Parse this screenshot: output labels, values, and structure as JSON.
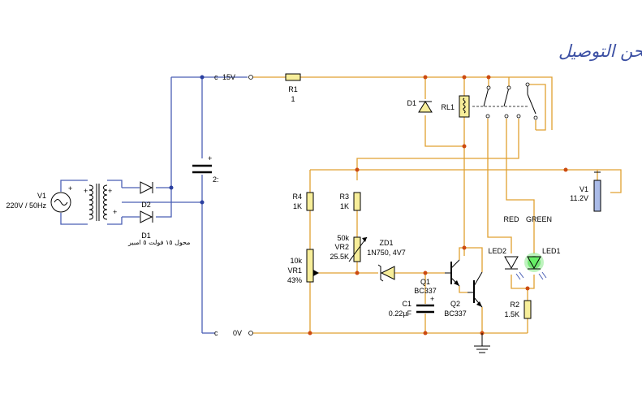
{
  "title": "الدائرة في وضع الشحن التوصيل",
  "rails": {
    "positive": "15V",
    "ground": "0V"
  },
  "components": {
    "V1_source": {
      "name": "V1",
      "value": "220V / 50Hz"
    },
    "D2": {
      "name": "D2"
    },
    "D1_bridge": {
      "name": "D1"
    },
    "transformer_note": "محول ١٥ فولت ٥ امبير",
    "C_filter": {
      "name": "2:"
    },
    "R1": {
      "name": "R1",
      "value": "1"
    },
    "D1_relay": {
      "name": "D1"
    },
    "RL1": {
      "name": "RL1"
    },
    "R4": {
      "name": "R4",
      "value": "1K"
    },
    "R3": {
      "name": "R3",
      "value": "1K"
    },
    "VR2": {
      "name": "VR2",
      "value": "50k",
      "setting": "25.5K"
    },
    "VR1": {
      "name": "VR1",
      "value": "10k",
      "setting": "43%"
    },
    "ZD1": {
      "name": "ZD1",
      "value": "1N750, 4V7"
    },
    "Q1": {
      "name": "Q1",
      "value": "BC337"
    },
    "Q2": {
      "name": "Q2",
      "value": "BC337"
    },
    "C1": {
      "name": "C1",
      "value": "0.22µF"
    },
    "LED2": {
      "name": "LED2",
      "color_label": "RED"
    },
    "LED1": {
      "name": "LED1",
      "color_label": "GREEN"
    },
    "R2": {
      "name": "R2",
      "value": "1.5K"
    },
    "V1_battery": {
      "name": "V1",
      "value": "11.2V"
    }
  },
  "colors": {
    "wire_positive": "#e0a030",
    "wire_supply": "#4a5fb5",
    "led_lit": "#44dd44",
    "title": "#3b4fa3"
  }
}
